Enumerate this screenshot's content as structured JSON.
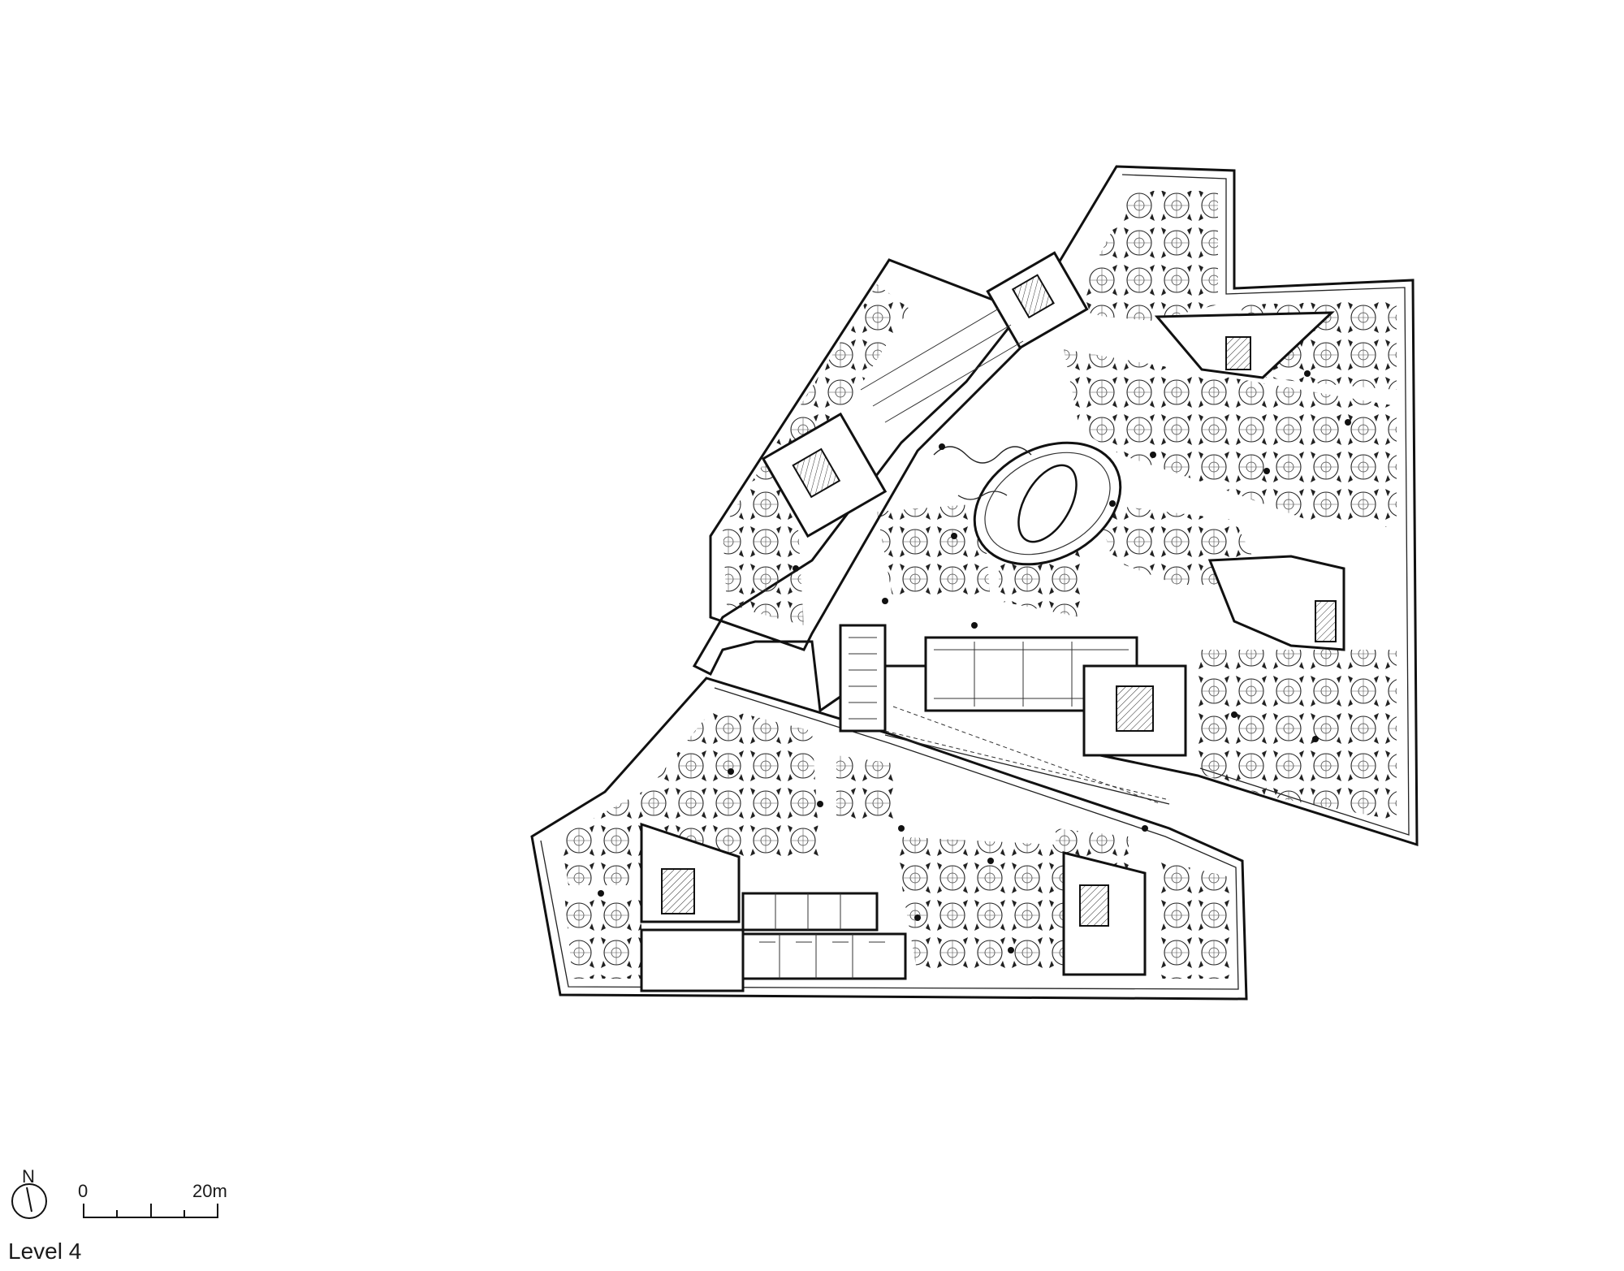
{
  "north_arrow": {
    "label": "N"
  },
  "scale_bar": {
    "start_label": "0",
    "end_label": "20m"
  },
  "level_title": "Level 4",
  "colors": {
    "ink": "#111111",
    "background": "#ffffff"
  },
  "icons": [
    "north-arrow-icon",
    "scale-bar-icon"
  ]
}
